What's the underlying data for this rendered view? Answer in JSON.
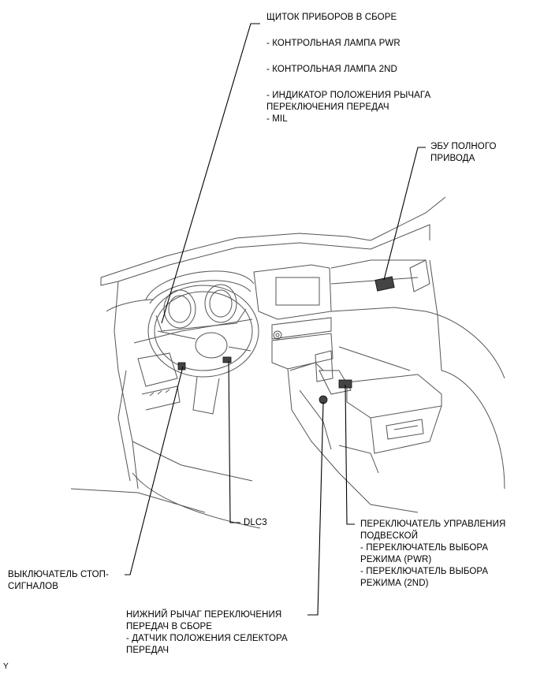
{
  "labels": {
    "cluster": {
      "title": "ЩИТОК ПРИБОРОВ В СБОРЕ",
      "item1": "- КОНТРОЛЬНАЯ ЛАМПА PWR",
      "item2": "- КОНТРОЛЬНАЯ ЛАМПА 2ND",
      "item3_line1": "- ИНДИКАТОР ПОЛОЖЕНИЯ РЫЧАГА",
      "item3_line2": "ПЕРЕКЛЮЧЕНИЯ ПЕРЕДАЧ",
      "item4": "- MIL"
    },
    "ecu": {
      "line1": "ЭБУ ПОЛНОГО",
      "line2": "ПРИВОДА"
    },
    "dlc": "DLC3",
    "suspension": {
      "line1": "ПЕРЕКЛЮЧАТЕЛЬ УПРАВЛЕНИЯ",
      "line2": "ПОДВЕСКОЙ",
      "line3": "- ПЕРЕКЛЮЧАТЕЛЬ ВЫБОРА",
      "line4": "РЕЖИМА (PWR)",
      "line5": "- ПЕРЕКЛЮЧАТЕЛЬ ВЫБОРА",
      "line6": "РЕЖИМА (2ND)"
    },
    "stop": {
      "line1": "ВЫКЛЮЧАТЕЛЬ СТОП-",
      "line2": "СИГНАЛОВ"
    },
    "shift": {
      "line1": "НИЖНИЙ РЫЧАГ ПЕРЕКЛЮЧЕНИЯ",
      "line2": "ПЕРЕДАЧ В СБОРЕ",
      "line3": "- ДАТЧИК ПОЛОЖЕНИЯ СЕЛЕКТОРА",
      "line4": "ПЕРЕДАЧ"
    },
    "corner": "Y"
  }
}
